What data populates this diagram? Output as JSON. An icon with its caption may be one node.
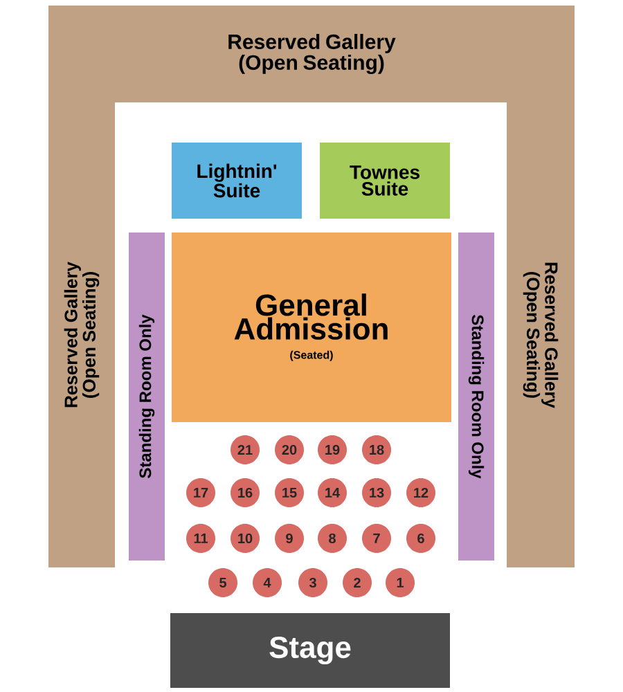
{
  "diagram": {
    "nodes": [
      {
        "text": [
          "Reserved Gallery (Open Seating)"
        ]
      },
      {
        "text": [
          "Reserved Gallery (Open Seating)"
        ]
      },
      {
        "text": [
          "Reserved Gallery (Open Seating)"
        ]
      },
      {
        "text": [
          "Lightnin' Suite"
        ]
      },
      {
        "text": [
          "Townes Suite"
        ]
      },
      {
        "text": [
          "Standing Room Only"
        ]
      },
      {
        "text": [
          "General Admission",
          "(Seated)"
        ]
      },
      {
        "text": [
          "Standing Room Only"
        ]
      },
      {
        "text": [
          "21"
        ]
      },
      {
        "text": [
          "20"
        ]
      },
      {
        "text": [
          "19"
        ]
      },
      {
        "text": [
          "18"
        ]
      },
      {
        "text": [
          "17"
        ]
      },
      {
        "text": [
          "16"
        ]
      },
      {
        "text": [
          "15"
        ]
      },
      {
        "text": [
          "14"
        ]
      },
      {
        "text": [
          "13"
        ]
      },
      {
        "text": [
          "12"
        ]
      },
      {
        "text": [
          "11"
        ]
      },
      {
        "text": [
          "10"
        ]
      },
      {
        "text": [
          "9"
        ]
      },
      {
        "text": [
          "8"
        ]
      },
      {
        "text": [
          "7"
        ]
      },
      {
        "text": [
          "6"
        ]
      },
      {
        "text": [
          "5"
        ]
      },
      {
        "text": [
          "4"
        ]
      },
      {
        "text": [
          "3"
        ]
      },
      {
        "text": [
          "2"
        ]
      },
      {
        "text": [
          "1"
        ]
      },
      {
        "text": [
          "Stage"
        ]
      }
    ]
  }
}
